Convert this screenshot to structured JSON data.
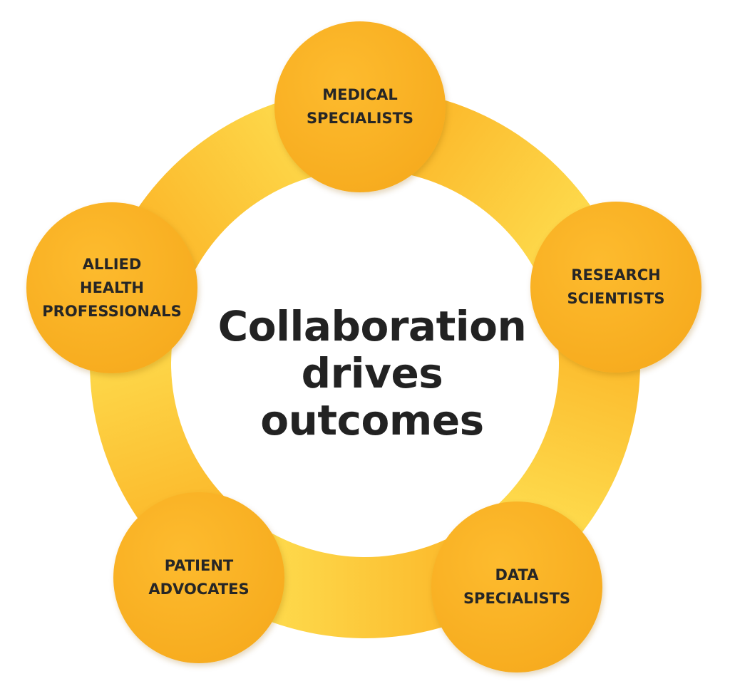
{
  "center": {
    "line1": "Collaboration",
    "line2": "drives",
    "line3": "outcomes"
  },
  "nodes": [
    {
      "id": "medical",
      "lines": [
        "MEDICAL",
        "SPECIALISTS"
      ]
    },
    {
      "id": "research",
      "lines": [
        "RESEARCH",
        "SCIENTISTS"
      ]
    },
    {
      "id": "data",
      "lines": [
        "DATA",
        "SPECIALISTS"
      ]
    },
    {
      "id": "patient",
      "lines": [
        "PATIENT",
        "ADVOCATES"
      ]
    },
    {
      "id": "allied",
      "lines": [
        "ALLIED",
        "HEALTH",
        "PROFESSIONALS"
      ]
    }
  ],
  "colors": {
    "node_fill_light": "#FDBB2E",
    "node_fill_dark": "#F5A71A",
    "ring_light": "#FEE052",
    "ring_dark": "#FBB325",
    "text": "#262626"
  }
}
